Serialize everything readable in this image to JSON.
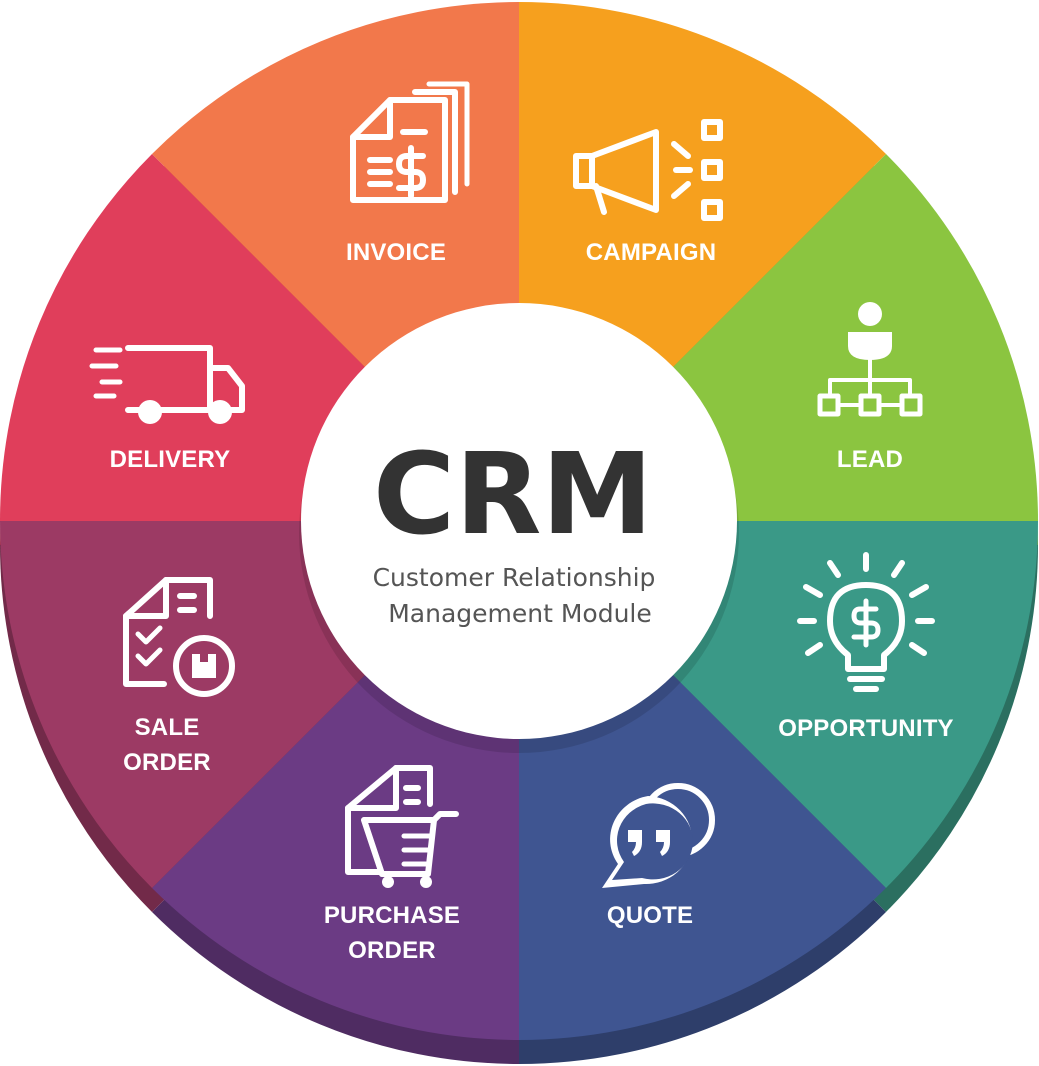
{
  "center": {
    "title": "CRM",
    "subtitle_line1": "Customer Relationship",
    "subtitle_line2": "Management Module"
  },
  "segments": [
    {
      "id": "campaign",
      "label_lines": [
        "CAMPAIGN"
      ],
      "icon": "megaphone-icon",
      "color": "#f6a01e",
      "side_color": "#c98318"
    },
    {
      "id": "lead",
      "label_lines": [
        "LEAD"
      ],
      "icon": "hierarchy-person-icon",
      "color": "#8bc540",
      "side_color": "#6c9a31"
    },
    {
      "id": "opportunity",
      "label_lines": [
        "OPPORTUNITY"
      ],
      "icon": "lightbulb-dollar-icon",
      "color": "#3a9987",
      "side_color": "#2b6f60"
    },
    {
      "id": "quote",
      "label_lines": [
        "QUOTE"
      ],
      "icon": "speech-bubble-quote-icon",
      "color": "#3f5591",
      "side_color": "#2e3e6a"
    },
    {
      "id": "purchase-order",
      "label_lines": [
        "PURCHASE",
        "ORDER"
      ],
      "icon": "document-cart-icon",
      "color": "#6b3b84",
      "side_color": "#4f2c62"
    },
    {
      "id": "sale-order",
      "label_lines": [
        "SALE",
        "ORDER"
      ],
      "icon": "checklist-box-icon",
      "color": "#9c3a64",
      "side_color": "#722a49"
    },
    {
      "id": "delivery",
      "label_lines": [
        "DELIVERY"
      ],
      "icon": "delivery-truck-icon",
      "color": "#e03e5b",
      "side_color": "#a52d43"
    },
    {
      "id": "invoice",
      "label_lines": [
        "INVOICE"
      ],
      "icon": "invoice-dollar-icon",
      "color": "#f2784b",
      "side_color": "#b85a38"
    }
  ]
}
